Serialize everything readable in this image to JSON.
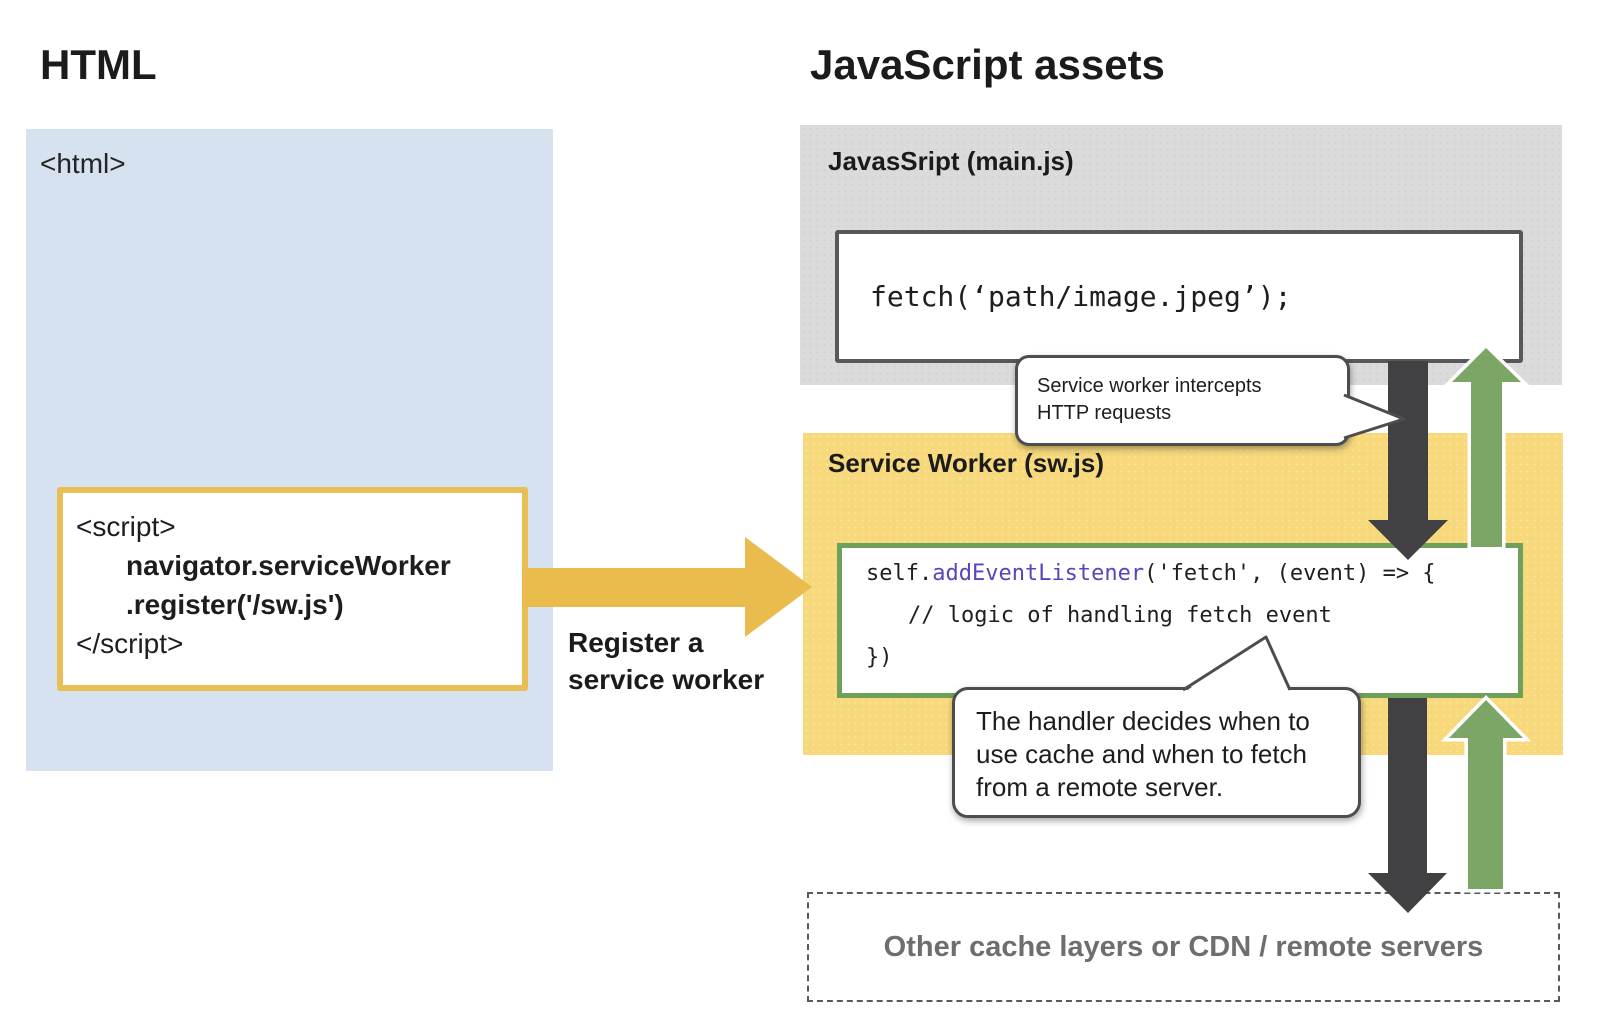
{
  "left": {
    "title": "HTML",
    "html_tag": "<html>",
    "script_box": {
      "open_tag": "<script>",
      "code_line1": "navigator.serviceWorker",
      "code_line2": ".register('/sw.js')",
      "close_tag": "</script>"
    },
    "register_arrow_label_line1": "Register a",
    "register_arrow_label_line2": "service worker"
  },
  "right": {
    "title": "JavaScript assets",
    "main_js": {
      "label": "JavasSript (main.js)",
      "code": "fetch(‘path/image.jpeg’);"
    },
    "service_worker": {
      "label": "Service Worker (sw.js)",
      "code_line1_prefix": "self.",
      "code_line1_keyword": "addEventListener",
      "code_line1_suffix": "('fetch', (event) => {",
      "code_line2": "// logic of handling fetch event",
      "code_line3": "})"
    },
    "cache_layer": {
      "label": "Other cache layers or CDN / remote servers"
    }
  },
  "bubbles": {
    "intercept": {
      "line1": "Service worker intercepts",
      "line2": "HTTP requests"
    },
    "handler": {
      "line1": "The handler decides when to",
      "line2": "use cache and when to fetch",
      "line3": "from a remote server."
    }
  },
  "colors": {
    "blue_panel": "#D7E2F1",
    "gray_panel": "#DBDBDB",
    "yellow_panel": "#F7D87B",
    "gold_arrow": "#E9BC4D",
    "gold_border": "#E9BE52",
    "green_arrow": "#7CA666",
    "green_code_border": "#6FA05B",
    "dark_arrow": "#414042",
    "keyword_purple": "#5646BE",
    "cache_text_gray": "#6E6E6E"
  }
}
